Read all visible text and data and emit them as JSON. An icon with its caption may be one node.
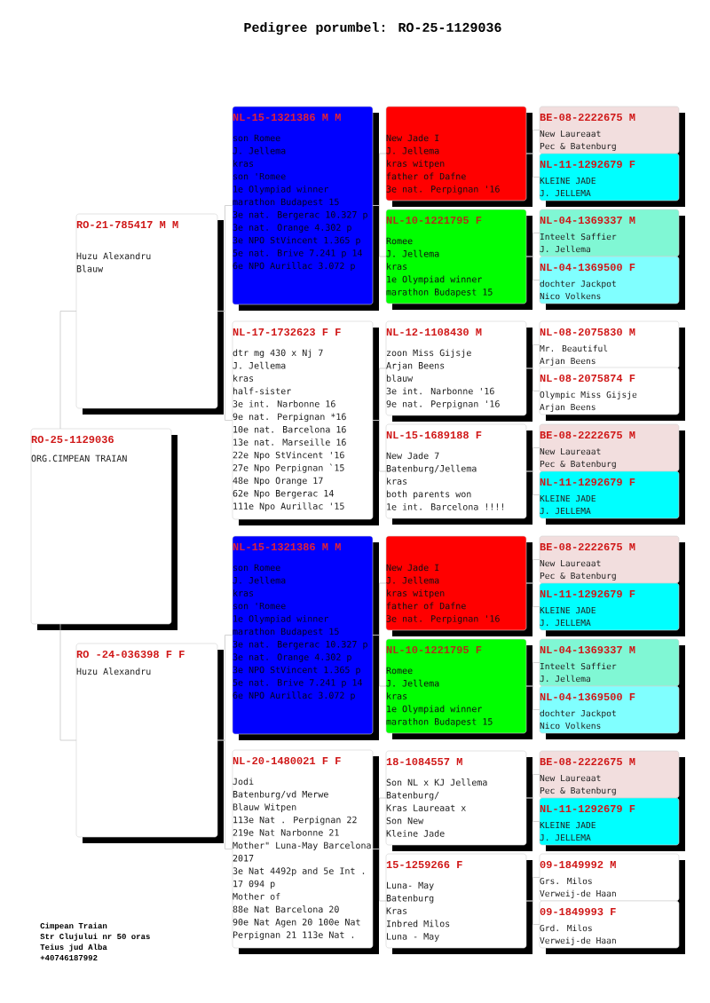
{
  "diagram": {
    "title": "Pedigree porumbel: RO-25-1129036",
    "nodes": [
      {
        "text": [
          "RO-25-1129036",
          "ORG.CIMPEAN TRAIAN"
        ]
      },
      {
        "text": [
          "RO-21-785417 M M",
          "Huzu Alexandru",
          "Blauw"
        ]
      },
      {
        "text": [
          "RO -24-036398 F F",
          "Huzu Alexandru"
        ]
      },
      {
        "text": [
          "NL-15-1321386 M M",
          "son Romee",
          "J. Jellema",
          "kras",
          "son 'Romee",
          "1e Olympiad winner",
          "marathon Budapest 15",
          "3e nat. Bergerac 10.327 p",
          "3e nat. Orange 4.302 p",
          "3e NPO StVincent 1.365 p",
          "5e nat. Brive 7.241 p 14",
          "6e NPO Aurillac 3.072 p"
        ]
      },
      {
        "text": [
          "NL-17-1732623 F F",
          "dtr mg 430 x Nj 7",
          "J. Jellema",
          "kras",
          "half-sister",
          "3e int. Narbonne 16",
          "9e nat. Perpignan *16",
          "10e nat. Barcelona 16",
          "13e nat. Marseille 16",
          "22e Npo StVincent '16",
          "27e Npo Perpignan `15",
          "48e Npo Orange 17",
          "62e Npo Bergerac 14",
          "111e Npo Aurillac '15"
        ]
      },
      {
        "text": [
          "NL-15-1321386 M M",
          "son Romee",
          "J. Jellema",
          "kras",
          "son 'Romee",
          "1e Olympiad winner",
          "marathon Budapest 15",
          "3e nat. Bergerac 10.327 p",
          "3e nat. Orange 4.302 p",
          "3e NPO StVincent 1.365 p",
          "5e nat. Brive 7.241 p 14",
          "6e NPO Aurillac 3.072 p"
        ]
      },
      {
        "text": [
          "NL-20-1480021 F F",
          "Jodi",
          "Batenburg/vd Merwe",
          "Blauw Witpen",
          "113e Nat . Perpignan 22",
          "219e Nat Narbonne 21",
          "Mother\" Luna-May Barcelona 2017",
          "3e Nat 4492p and 5e Int . 17 094 p",
          "Mother of",
          "88e Nat Barcelona 20",
          "90e Nat Agen 20 100e Nat Perpignan 21 113e Nat ."
        ]
      },
      {
        "text": [
          "New Jade I",
          "J. Jellema",
          "kras witpen",
          "father of Dafne",
          "3e nat. Perpignan '16"
        ]
      },
      {
        "text": [
          "NL-10-1221795 F",
          "Romee",
          "J. Jellema",
          "kras",
          "1e Olympiad winner",
          "marathon Budapest 15"
        ]
      },
      {
        "text": [
          "NL-12-1108430 M",
          "zoon Miss Gijsje",
          "Arjan Beens",
          "blauw",
          "3e int. Narbonne '16",
          "9e nat. Perpignan '16"
        ]
      },
      {
        "text": [
          "NL-15-1689188 F",
          "New Jade 7",
          "Batenburg/Jellema",
          "kras",
          "both parents won",
          "1e int. Barcelona !!!!"
        ]
      },
      {
        "text": [
          "New Jade I",
          "J. Jellema",
          "kras witpen",
          "father of Dafne",
          "3e nat. Perpignan '16"
        ]
      },
      {
        "text": [
          "NL-10-1221795 F",
          "Romee",
          "J. Jellema",
          "kras",
          "1e Olympiad winner",
          "marathon Budapest 15"
        ]
      },
      {
        "text": [
          "18-1084557 M",
          "Son NL x KJ Jellema",
          "Batenburg/",
          "Kras Laureaat x",
          "Son New",
          "Kleine Jade"
        ]
      },
      {
        "text": [
          "15-1259266 F",
          "Luna- May",
          "Batenburg",
          "Kras",
          "Inbred Milos",
          "Luna - May"
        ]
      },
      {
        "text": [
          "BE-08-2222675 M",
          "New Laureaat",
          "Pec & Batenburg"
        ]
      },
      {
        "text": [
          "NL-11-1292679 F",
          "KLEINE JADE",
          "J. JELLEMA"
        ]
      },
      {
        "text": [
          "NL-04-1369337 M",
          "Inteelt Saffier",
          "J. Jellema"
        ]
      },
      {
        "text": [
          "NL-04-1369500 F",
          "dochter Jackpot",
          "Nico Volkens"
        ]
      },
      {
        "text": [
          "NL-08-2075830 M",
          "Mr. Beautiful",
          "Arjan Beens"
        ]
      },
      {
        "text": [
          "NL-08-2075874 F",
          "Olympic Miss Gijsje",
          "Arjan Beens"
        ]
      },
      {
        "text": [
          "BE-08-2222675 M",
          "New Laureaat",
          "Pec & Batenburg"
        ]
      },
      {
        "text": [
          "NL-11-1292679 F",
          "KLEINE JADE",
          "J. JELLEMA"
        ]
      },
      {
        "text": [
          "BE-08-2222675 M",
          "New Laureaat",
          "Pec & Batenburg"
        ]
      },
      {
        "text": [
          "NL-11-1292679 F",
          "KLEINE JADE",
          "J. JELLEMA"
        ]
      },
      {
        "text": [
          "NL-04-1369337 M",
          "Inteelt Saffier",
          "J. Jellema"
        ]
      },
      {
        "text": [
          "NL-04-1369500 F",
          "dochter Jackpot",
          "Nico Volkens"
        ]
      },
      {
        "text": [
          "BE-08-2222675 M",
          "New Laureaat",
          "Pec & Batenburg"
        ]
      },
      {
        "text": [
          "NL-11-1292679 F",
          "KLEINE JADE",
          "J. JELLEMA"
        ]
      },
      {
        "text": [
          "09-1849992 M",
          "Grs. Milos",
          "Verweij-de Haan"
        ]
      },
      {
        "text": [
          "09-1849993 F",
          "Grd. Milos",
          "Verweij-de Haan"
        ]
      }
    ],
    "edges": [
      {
        "from": 0,
        "to": 1,
        "arrow": "none"
      },
      {
        "from": 0,
        "to": 2,
        "arrow": "none"
      },
      {
        "from": 1,
        "to": 3,
        "arrow": "none"
      },
      {
        "from": 1,
        "to": 4,
        "arrow": "none"
      },
      {
        "from": 2,
        "to": 5,
        "arrow": "none"
      },
      {
        "from": 2,
        "to": 6,
        "arrow": "none"
      },
      {
        "from": 3,
        "to": 7,
        "arrow": "none"
      },
      {
        "from": 3,
        "to": 8,
        "arrow": "none"
      },
      {
        "from": 4,
        "to": 9,
        "arrow": "none"
      },
      {
        "from": 4,
        "to": 10,
        "arrow": "none"
      },
      {
        "from": 5,
        "to": 11,
        "arrow": "none"
      },
      {
        "from": 5,
        "to": 12,
        "arrow": "none"
      },
      {
        "from": 6,
        "to": 13,
        "arrow": "none"
      },
      {
        "from": 6,
        "to": 14,
        "arrow": "none"
      },
      {
        "from": 7,
        "to": 15,
        "arrow": "none"
      },
      {
        "from": 7,
        "to": 16,
        "arrow": "none"
      },
      {
        "from": 8,
        "to": 17,
        "arrow": "none"
      },
      {
        "from": 8,
        "to": 18,
        "arrow": "none"
      },
      {
        "from": 9,
        "to": 19,
        "arrow": "none"
      },
      {
        "from": 9,
        "to": 20,
        "arrow": "none"
      },
      {
        "from": 10,
        "to": 21,
        "arrow": "none"
      },
      {
        "from": 10,
        "to": 22,
        "arrow": "none"
      },
      {
        "from": 11,
        "to": 23,
        "arrow": "none"
      },
      {
        "from": 11,
        "to": 24,
        "arrow": "none"
      },
      {
        "from": 12,
        "to": 25,
        "arrow": "none"
      },
      {
        "from": 12,
        "to": 26,
        "arrow": "none"
      },
      {
        "from": 13,
        "to": 27,
        "arrow": "none"
      },
      {
        "from": 13,
        "to": 28,
        "arrow": "none"
      },
      {
        "from": 14,
        "to": 29,
        "arrow": "none"
      },
      {
        "from": 14,
        "to": 30,
        "arrow": "none"
      }
    ],
    "labels": [
      "Cimpean Traian",
      "Str Clujului nr 50 oras",
      "Teius jud Alba",
      "+40746187992"
    ]
  }
}
